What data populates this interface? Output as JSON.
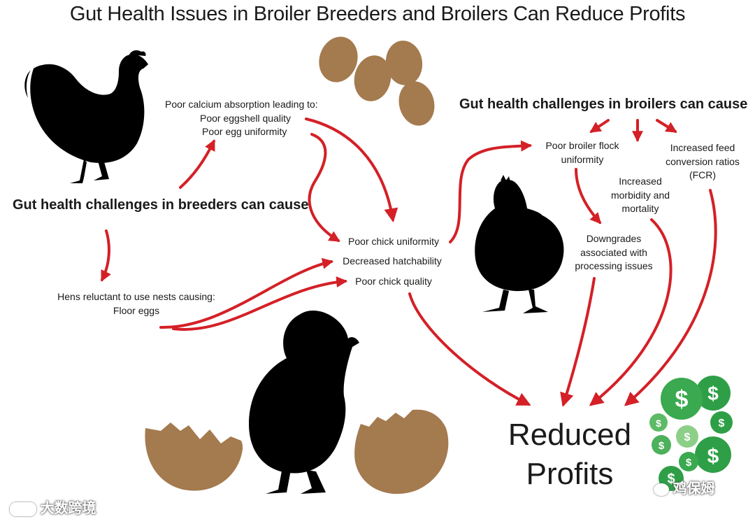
{
  "title": "Gut Health Issues in Broiler Breeders and Broilers Can Reduce Profits",
  "breeders": {
    "heading": "Gut health challenges in breeders can cause",
    "calcium": {
      "intro": "Poor calcium absorption leading to:",
      "items": [
        "Poor eggshell quality",
        "Poor egg uniformity"
      ]
    },
    "nests": {
      "intro": "Hens reluctant to use nests causing:",
      "items": [
        "Floor eggs"
      ]
    },
    "outcomes": [
      "Poor chick uniformity",
      "Decreased hatchability",
      "Poor chick quality"
    ]
  },
  "broilers": {
    "heading": "Gut health challenges in broilers can cause",
    "uniformity": [
      "Poor broiler flock",
      "uniformity"
    ],
    "morbidity": [
      "Increased",
      "morbidity and",
      "mortality"
    ],
    "fcr": [
      "Increased feed",
      "conversion ratios",
      "(FCR)"
    ],
    "downgrades": [
      "Downgrades",
      "associated with",
      "processing issues"
    ]
  },
  "result": [
    "Reduced",
    "Profits"
  ],
  "watermarks": [
    "大数跨境",
    "鸡保姆"
  ],
  "colors": {
    "arrow": "#d42027",
    "egg": "#a47a4f",
    "money": "#2e9f46",
    "silhouette": "#000000"
  },
  "icons": [
    "hen-icon",
    "eggs-icon",
    "broiler-icon",
    "chick-icon",
    "eggshell-icon",
    "money-icon"
  ]
}
